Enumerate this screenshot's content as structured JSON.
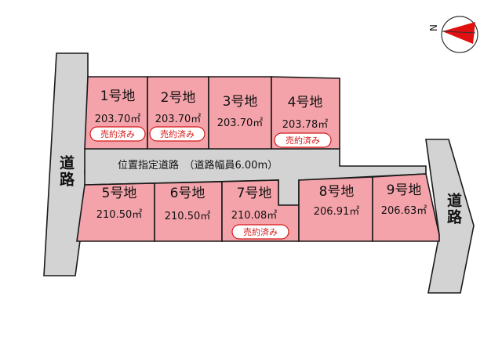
{
  "map": {
    "lots": [
      {
        "id": "1",
        "label": "1号地",
        "area": "203.70㎡",
        "sold": true
      },
      {
        "id": "2",
        "label": "2号地",
        "area": "203.70㎡",
        "sold": true
      },
      {
        "id": "3",
        "label": "3号地",
        "area": "203.70㎡",
        "sold": false
      },
      {
        "id": "4",
        "label": "4号地",
        "area": "203.78㎡",
        "sold": true
      },
      {
        "id": "5",
        "label": "5号地",
        "area": "210.50㎡",
        "sold": false
      },
      {
        "id": "6",
        "label": "6号地",
        "area": "210.50㎡",
        "sold": false
      },
      {
        "id": "7",
        "label": "7号地",
        "area": "210.08㎡",
        "sold": true
      },
      {
        "id": "8",
        "label": "8号地",
        "area": "206.91㎡",
        "sold": false
      },
      {
        "id": "9",
        "label": "9号地",
        "area": "206.63㎡",
        "sold": false
      }
    ],
    "sold_label": "売約済み",
    "inner_road_label": "位置指定道路　（道路幅員6.00m）",
    "left_road_label": "道路",
    "right_road_label": "道路",
    "compass_label": "N",
    "colors": {
      "lot_fill": "#f5a3aa",
      "road_fill": "#d3d3d3",
      "sold_text": "#d41a1a",
      "compass_arrow": "#e01010"
    }
  }
}
